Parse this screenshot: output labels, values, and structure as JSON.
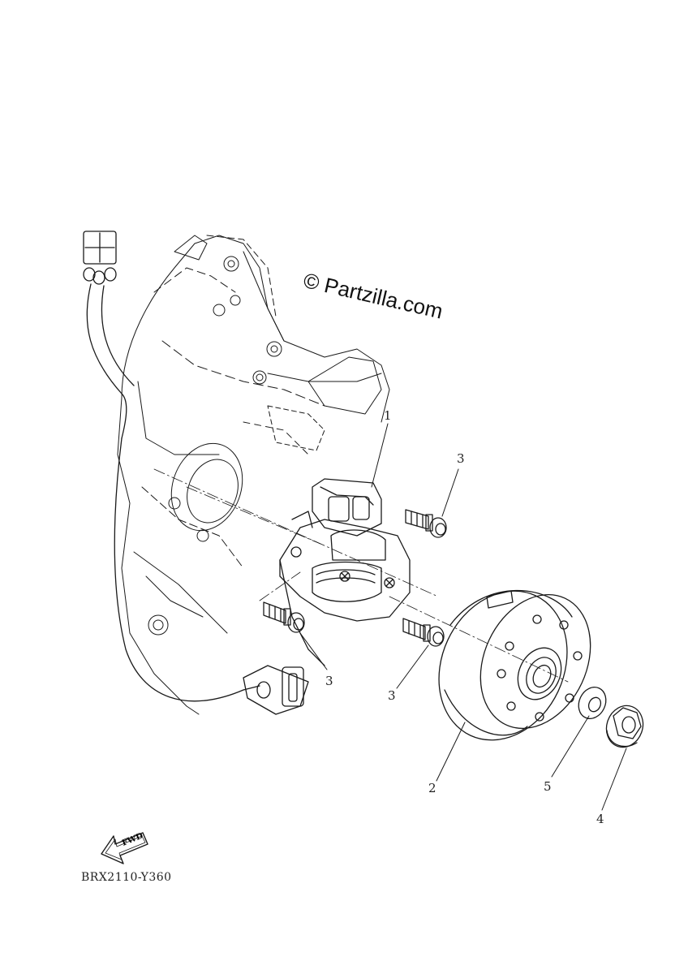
{
  "watermark": "© Partzilla.com",
  "drawing_code": "BRX2110-Y360",
  "direction_arrow": "FWD",
  "callouts": {
    "stator": "1",
    "rotor": "2",
    "bolt_top": "3",
    "bolt_left": "3",
    "bolt_right": "3",
    "nut": "4",
    "washer": "5"
  },
  "colors": {
    "line": "#1a1a1a",
    "background": "#ffffff"
  }
}
